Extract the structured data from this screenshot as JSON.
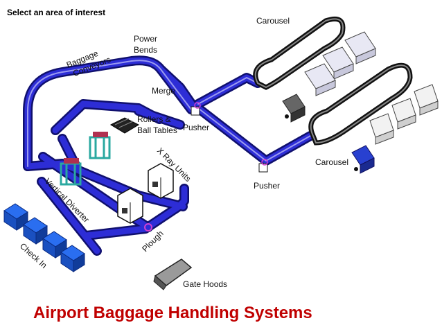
{
  "header": {
    "instruction": "Select an area of interest"
  },
  "labels": {
    "power_bends": [
      "Power",
      "Bends"
    ],
    "baggage_conveyors": [
      "Baggage",
      "Conveyors"
    ],
    "merge": "Merge",
    "rollers_ball_tables": [
      "Rollers &",
      "Ball Tables"
    ],
    "pusher_upper": "Pusher",
    "pusher_lower": "Pusher",
    "carousel_upper": "Carousel",
    "carousel_lower": "Carousel",
    "xray_units": "X Ray Units",
    "vertical_diverter": "Vertical Diverter",
    "plough": "Plough",
    "check_in": "Check In",
    "gate_hoods": "Gate Hoods"
  },
  "title": "Airport Baggage Handling Systems",
  "colors": {
    "conveyor": "#2d2dd6",
    "conveyor_dark": "#12127a",
    "checkin_desk": "#1e64e6",
    "diverter": "#2aa8a0",
    "title": "#c00000"
  }
}
